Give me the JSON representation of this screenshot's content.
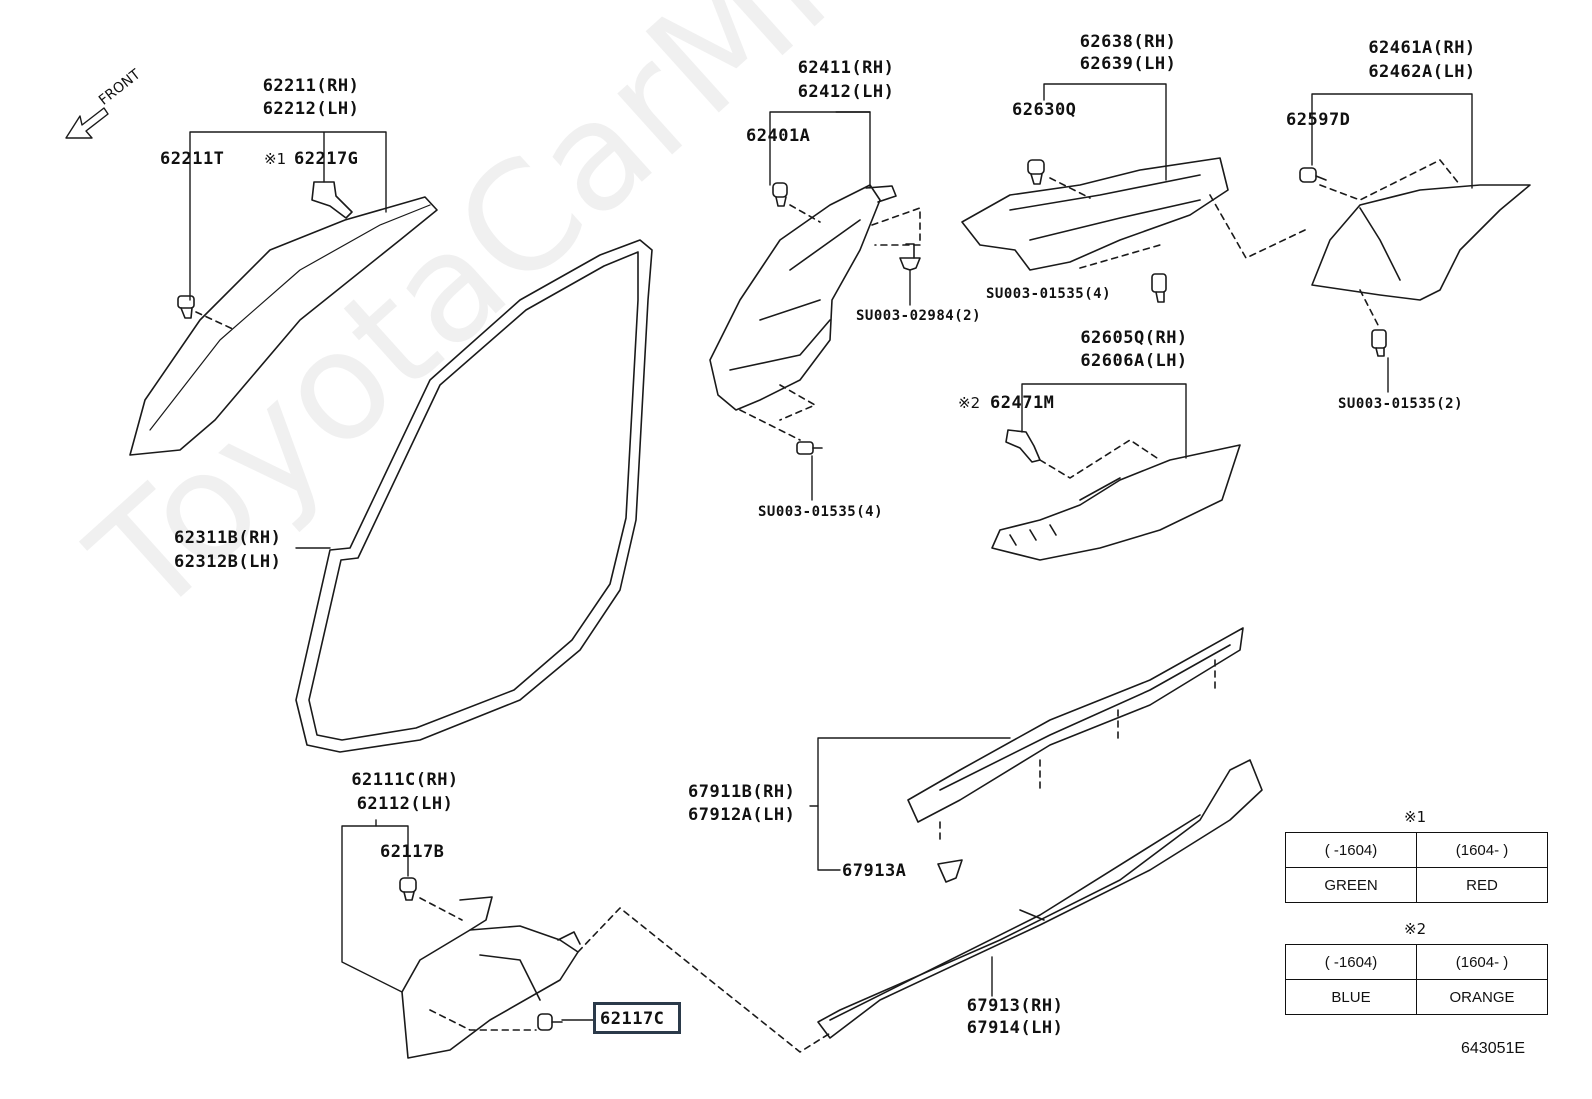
{
  "watermark": "ToyotaCarMine.ru",
  "front_label": "FRONT",
  "labels": {
    "p62211_rh": "62211(RH)",
    "p62212_lh": "62212(LH)",
    "p62211t": "62211T",
    "mark1a": "※1",
    "p62217g": "62217G",
    "p62311b_rh": "62311B(RH)",
    "p62312b_lh": "62312B(LH)",
    "p62411_rh": "62411(RH)",
    "p62412_lh": "62412(LH)",
    "p62401a": "62401A",
    "su_02984": "SU003-02984(2)",
    "su_01535_4a": "SU003-01535(4)",
    "p62638_rh": "62638(RH)",
    "p62639_lh": "62639(LH)",
    "p62630q": "62630Q",
    "su_01535_4b": "SU003-01535(4)",
    "p62461a_rh": "62461A(RH)",
    "p62462a_lh": "62462A(LH)",
    "p62597d": "62597D",
    "su_01535_2": "SU003-01535(2)",
    "p62605q_rh": "62605Q(RH)",
    "p62606a_lh": "62606A(LH)",
    "mark2a": "※2",
    "p62471m": "62471M",
    "p62111c_rh": "62111C(RH)",
    "p62112_lh": "62112(LH)",
    "p62117b": "62117B",
    "p62117c": "62117C",
    "p67911b_rh": "67911B(RH)",
    "p67912a_lh": "67912A(LH)",
    "p67913a": "67913A",
    "p67913_rh": "67913(RH)",
    "p67914_lh": "67914(LH)"
  },
  "variants": {
    "v1": {
      "mark": "※1",
      "left_range": "(     -1604)",
      "right_range": "(1604-     )",
      "left_color": "GREEN",
      "right_color": "RED"
    },
    "v2": {
      "mark": "※2",
      "left_range": "(     -1604)",
      "right_range": "(1604-     )",
      "left_color": "BLUE",
      "right_color": "ORANGE"
    }
  },
  "drawing_code": "643051E",
  "highlight_color": "#2b3a4a"
}
